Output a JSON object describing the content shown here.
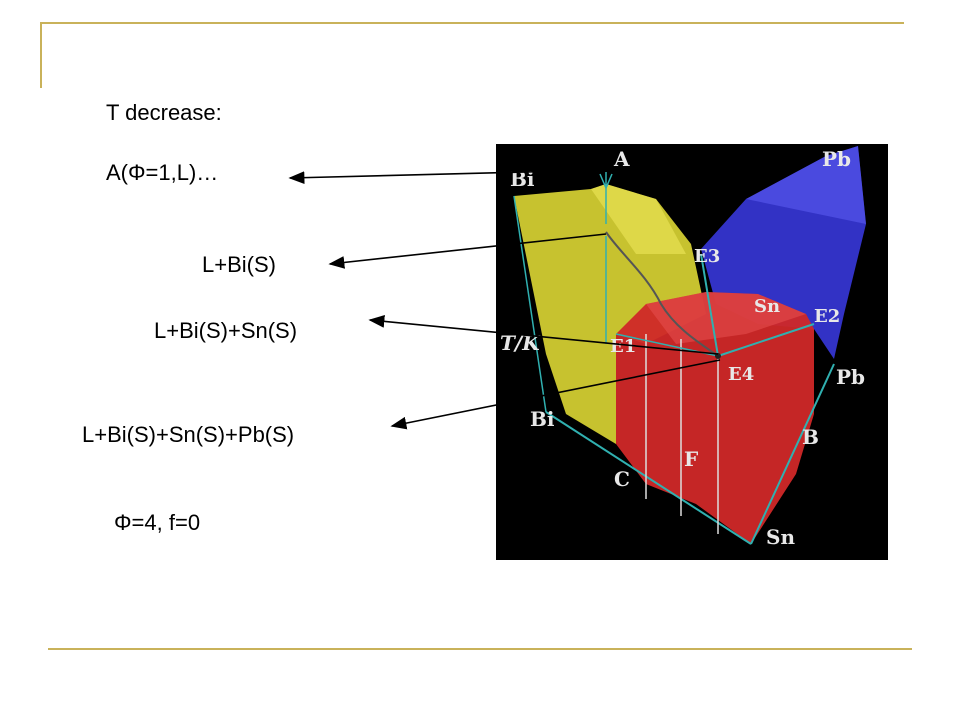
{
  "slide": {
    "heading": "T decrease:",
    "step_1": "A(Φ=1,L)…",
    "step_2": "L+Bi(S)",
    "step_3": "L+Bi(S)+Sn(S)",
    "step_4": "L+Bi(S)+Sn(S)+Pb(S)",
    "result": "Φ=4, f=0"
  },
  "diagram": {
    "labels": {
      "A": "A",
      "Bi_top": "Bi",
      "Pb_top": "Pb",
      "E3": "E3",
      "Sn_face": "Sn",
      "E2": "E2",
      "TK": "T/K",
      "E1": "E1",
      "E4": "E4",
      "Pb_side": "Pb",
      "Bi_bottom": "Bi",
      "B": "B",
      "F": "F",
      "C": "C",
      "Sn_bottom": "Sn"
    }
  },
  "colors": {
    "rule": "#c9b25a",
    "bi_surface": "#d8d23a",
    "pb_surface": "#3a3ad8",
    "sn_surface": "#d82a2a",
    "background": "#000000"
  }
}
